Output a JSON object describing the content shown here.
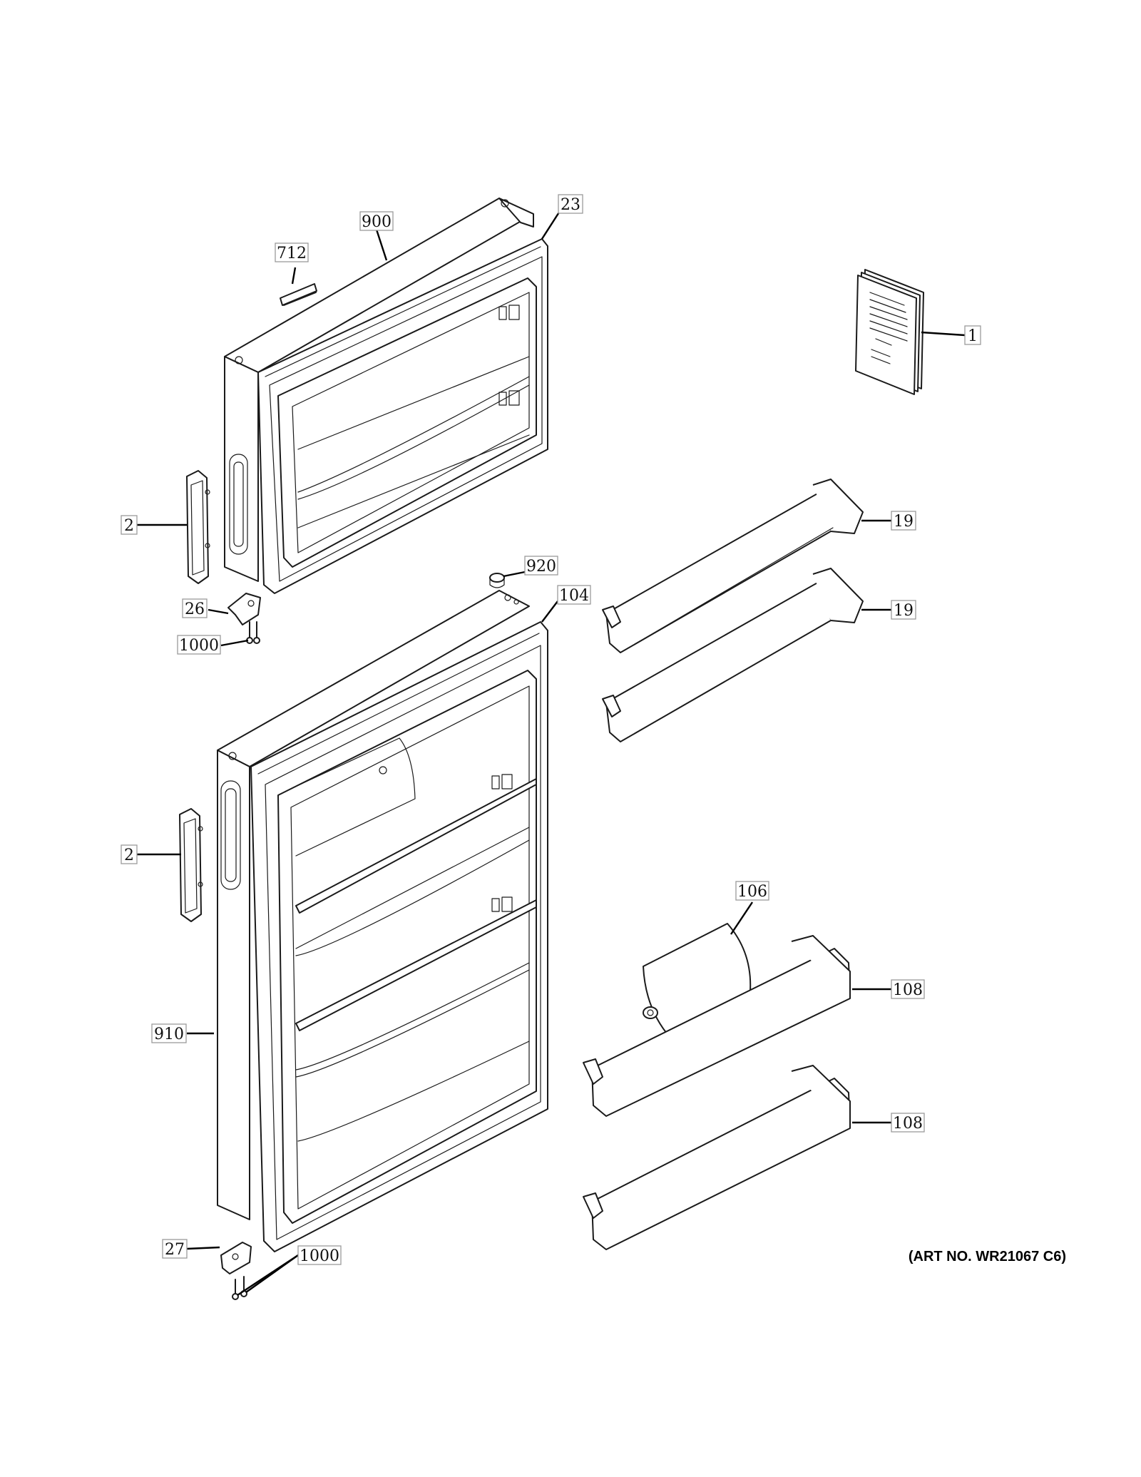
{
  "art_number": "(ART NO. WR21067 C6)",
  "callouts": {
    "c900": "900",
    "c23": "23",
    "c712": "712",
    "c1": "1",
    "c2_upper": "2",
    "c19_upper": "19",
    "c920": "920",
    "c104": "104",
    "c19_lower": "19",
    "c26": "26",
    "c1000_upper": "1000",
    "c2_lower": "2",
    "c106": "106",
    "c108_upper": "108",
    "c910": "910",
    "c108_lower": "108",
    "c27": "27",
    "c1000_lower": "1000"
  },
  "colors": {
    "line": "#1a1a1a",
    "callout_border": "#9a9a9a",
    "background": "#ffffff"
  }
}
